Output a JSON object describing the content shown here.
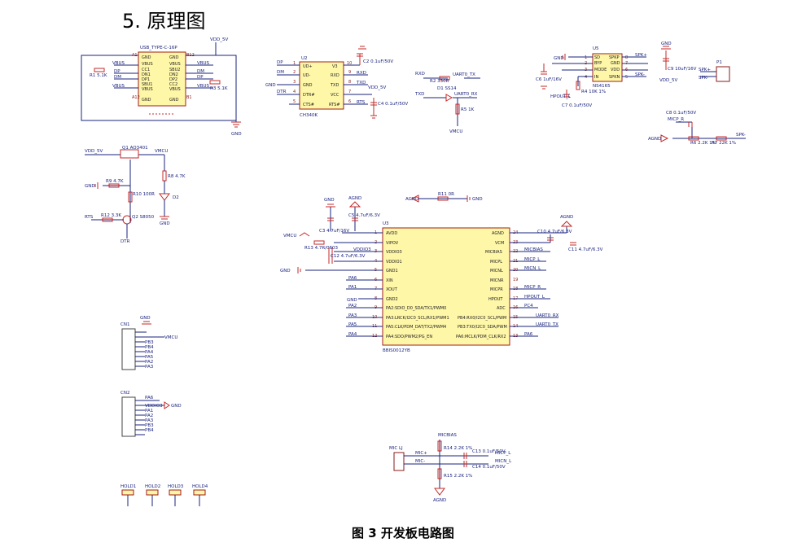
{
  "heading": "5. 原理图",
  "caption": "图 3 开发板电路图",
  "usb": {
    "ref": "USB_TYPE-C-16P",
    "pins_left": [
      "GND",
      "VBUS",
      "CC1",
      "DN1",
      "DP1",
      "SBU1",
      "VBUS",
      "GND"
    ],
    "pins_right": [
      "GND",
      "VBUS",
      "SBU2",
      "DN2",
      "DP2",
      "CC2",
      "VBUS",
      "GND"
    ],
    "left_nets": [
      "VBUS",
      "DP",
      "DM",
      "VBUS"
    ],
    "right_nets": [
      "VBUS",
      "DM",
      "DP",
      "VBUS"
    ],
    "r1": "R1 5.1K",
    "r3": "R3 5.1K",
    "vdd": "VDD_5V",
    "gnd": "GND",
    "a1": "A1",
    "a12": "A12",
    "b12": "B12",
    "b1": "B1"
  },
  "ch340": {
    "ref": "U2",
    "part": "CH340K",
    "pins_left": [
      "UD+",
      "UD-",
      "GND",
      "DTR#",
      "CTS#"
    ],
    "pins_right": [
      "V3",
      "RXD",
      "TXD",
      "VCC",
      "RTS#"
    ],
    "nums_left": [
      "1",
      "2",
      "3",
      "4",
      "5"
    ],
    "nums_right": [
      "10",
      "9",
      "8",
      "7",
      "6"
    ],
    "nets_left": [
      "DP",
      "DM",
      "GND",
      "DTR"
    ],
    "nets_right": [
      "RXD",
      "TXD",
      "VDD_5V",
      "RTS"
    ],
    "c2": "C2 0.1uF/50V",
    "c4": "C4 0.1uF/50V"
  },
  "uart": {
    "r2": "R2 330R",
    "d1": "D1 SS14",
    "r5": "R5 1K",
    "rxd": "RXD",
    "txd": "TXD",
    "uart_tx": "UART0_TX",
    "uart_rx": "UART0_RX",
    "vmcu": "VMCU"
  },
  "amp": {
    "ref": "U5",
    "part": "NS4165",
    "pins_left": [
      "SD",
      "BYP",
      "MODE",
      "IN"
    ],
    "pins_right": [
      "SPKP",
      "GND",
      "VDD",
      "SPKN"
    ],
    "nums_left": [
      "1",
      "2",
      "3",
      "4"
    ],
    "nums_right": [
      "8",
      "7",
      "6",
      "5"
    ],
    "c6": "C6 1uF/16V",
    "c7": "C7 0.1uF/50V",
    "r4": "R4 10K 1%",
    "hpout": "HPOUT_L",
    "spkp": "SPK+",
    "spkn": "SPK-",
    "gnd": "GND",
    "c9": "C9 10uF/16V",
    "vdd": "VDD_5V",
    "p1": "P1",
    "p1_pins": [
      "SPK+",
      "SPK-"
    ]
  },
  "mic_net": {
    "c8": "C8 0.1uF/50V",
    "micp": "MICP_R",
    "r6": "R6 2.2K 1%",
    "r7": "R7 22K 1%",
    "agnd": "AGND",
    "spk": "SPK-"
  },
  "power": {
    "vdd": "VDD_5V",
    "q1": "Q1 AO3401",
    "vmcu": "VMCU",
    "r8": "R8 4.7K",
    "r9": "R9 4.7K",
    "r10": "R10 100R",
    "r12": "R12 3.3K",
    "q2": "Q2 S8050",
    "rts": "RTS",
    "dtr": "DTR",
    "d2": "D2",
    "gnd": "GND"
  },
  "mcu": {
    "ref": "U3",
    "part": "BBIS0012YB",
    "left_pins": [
      "AVDD",
      "VIPOV",
      "VDDIO3",
      "VDDIO1",
      "GND1",
      "XIN",
      "XOUT",
      "GND2",
      "PA2:SDIO_D0_SDA/TX1/PWM0",
      "PA3:LRCK/I2C0_SCL/RX1/PWM1",
      "PA5:CLK/PDM_DAT/TX2/PWM4",
      "PA4:SDO/PWM2/PG_EN"
    ],
    "left_nums": [
      "1",
      "2",
      "3",
      "4",
      "5",
      "6",
      "7",
      "8",
      "9",
      "10",
      "11",
      "12"
    ],
    "left_nets": [
      "",
      "VMCU",
      "VDDIO3",
      "",
      "GND",
      "PA6",
      "PA1",
      "GND",
      "PA2",
      "PA3",
      "PA5",
      "PA4"
    ],
    "right_pins": [
      "AGND",
      "VCM",
      "MICBIAS",
      "MICPL",
      "MICNL",
      "MICNR",
      "MICPR",
      "HPOUT",
      "ADC",
      "PB4:RX0/I2C0_SCL/PWM",
      "PB3:TX0/I2C0_SDA/PWM",
      "PA6:MCLK/PDM_CLK/RX2"
    ],
    "right_nums": [
      "24",
      "23",
      "22",
      "21",
      "20",
      "19",
      "18",
      "17",
      "16",
      "15",
      "14",
      "13"
    ],
    "right_nets": [
      "",
      "",
      "MICBIAS",
      "MICP_L",
      "MICN_L",
      "",
      "MICP_R",
      "HPOUT_L",
      "PC4",
      "UART0_RX",
      "UART0_TX",
      "PA6"
    ],
    "c3": "C3 4.7uF/16V",
    "c5": "C5 4.7uF/6.3V",
    "c10": "C10 4.7uF/6.3V",
    "c11": "C11 4.7uF/6.3V",
    "r13": "R13 4.7R/0603",
    "c12": "C12 4.7uF/6.3V",
    "r11": "R11 0R",
    "agnd": "AGND",
    "gnd": "GND"
  },
  "cn1": {
    "ref": "CN1",
    "nets": [
      "GND",
      "VMCU",
      "PB3",
      "PB4",
      "PA4",
      "PA5",
      "PA2",
      "PA3"
    ]
  },
  "cn2": {
    "ref": "CN2",
    "nets": [
      "PA6",
      "VDDIO3",
      "PA1",
      "PA2",
      "PA3",
      "PB3",
      "PB4"
    ],
    "gnd": "GND"
  },
  "holes": [
    "HOLD1",
    "HOLD2",
    "HOLD3",
    "HOLD4"
  ],
  "mic": {
    "ref": "MIC LJ",
    "micbias": "MICBIAS",
    "r14": "R14 2.2K 1%",
    "r15": "R15 2.2K 1%",
    "c13": "C13 0.1uF/50V",
    "c14": "C14 0.1uF/50V",
    "micp": "MICP_L",
    "micn": "MICN_L",
    "agnd": "AGND",
    "plus": "MIC+",
    "minus": "MIC-"
  }
}
